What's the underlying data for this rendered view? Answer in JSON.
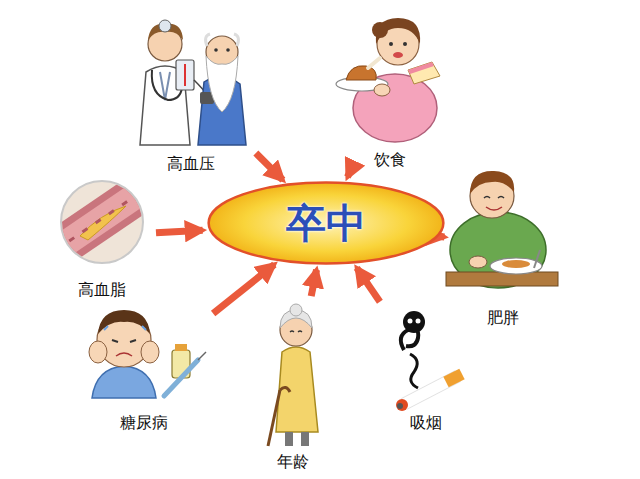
{
  "diagram": {
    "nodes": [
      {
        "text": [
          "高血压"
        ]
      },
      {
        "text": [
          "饮食"
        ]
      },
      {
        "text": [
          "高血脂"
        ]
      },
      {
        "text": [
          "卒中"
        ]
      },
      {
        "text": [
          "肥胖"
        ]
      },
      {
        "text": [
          "糖尿病"
        ]
      },
      {
        "text": [
          "年龄"
        ]
      },
      {
        "text": [
          "吸烟"
        ]
      }
    ],
    "edges": [
      {
        "from": 0,
        "to": 3,
        "arrow": "to"
      },
      {
        "from": 1,
        "to": 3,
        "arrow": "to"
      },
      {
        "from": 2,
        "to": 3,
        "arrow": "to"
      },
      {
        "from": 4,
        "to": 3,
        "arrow": "to"
      },
      {
        "from": 5,
        "to": 3,
        "arrow": "to"
      },
      {
        "from": 6,
        "to": 3,
        "arrow": "to"
      },
      {
        "from": 7,
        "to": 3,
        "arrow": "to"
      }
    ]
  }
}
